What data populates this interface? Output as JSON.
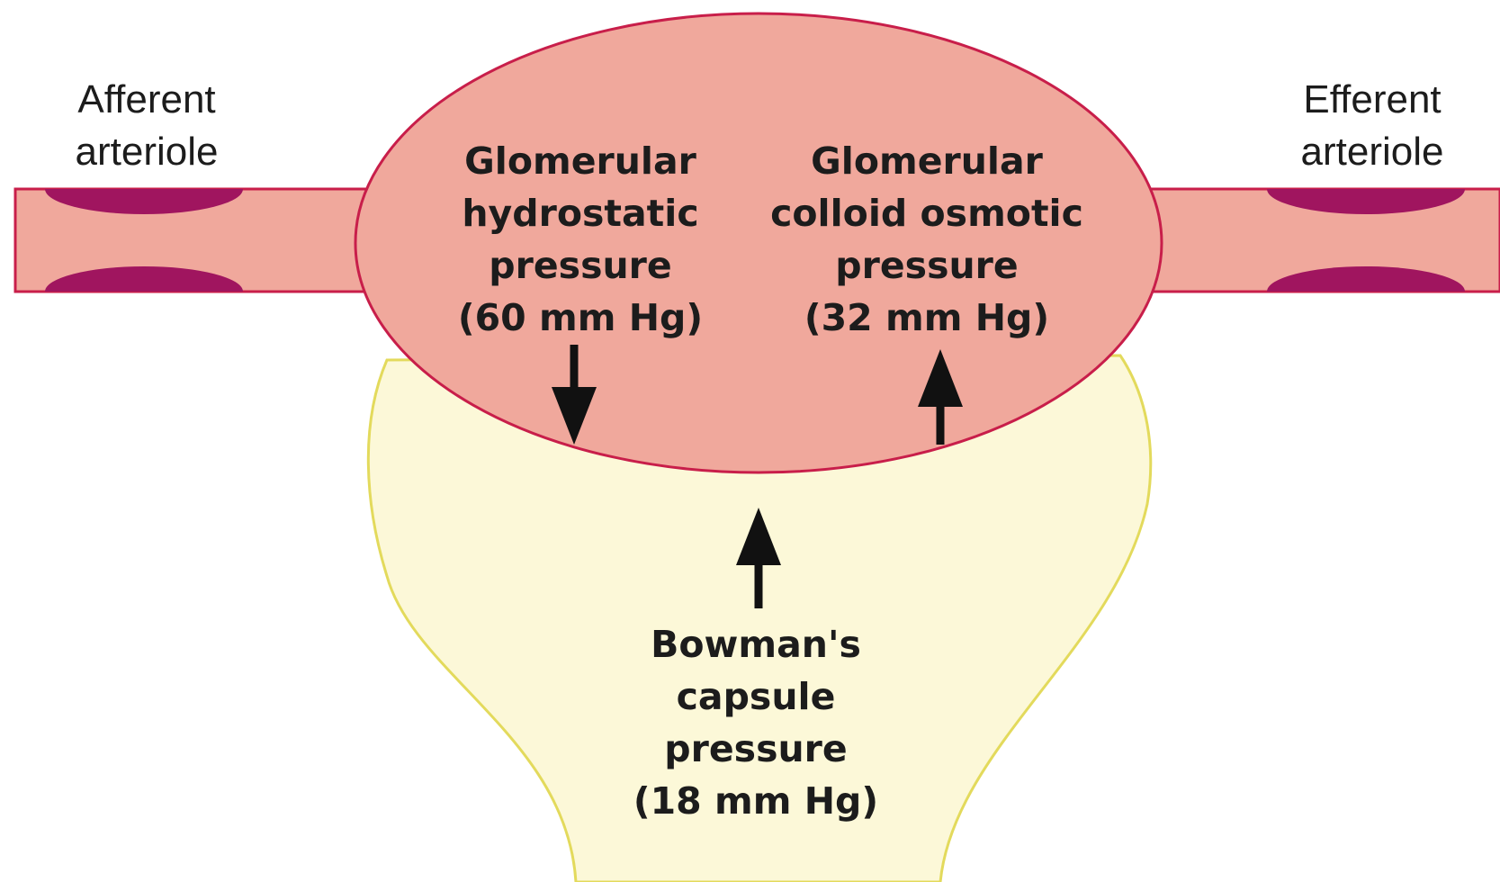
{
  "labels": {
    "afferent": [
      "Afferent",
      "arteriole"
    ],
    "efferent": [
      "Efferent",
      "arteriole"
    ],
    "glomerular_hydrostatic": [
      "Glomerular",
      "hydrostatic",
      "pressure",
      "(60 mm Hg)"
    ],
    "glomerular_colloid_osmotic": [
      "Glomerular",
      "colloid osmotic",
      "pressure",
      "(32 mm Hg)"
    ],
    "bowmans_capsule": [
      "Bowman's",
      "capsule",
      "pressure",
      "(18 mm Hg)"
    ]
  },
  "arrows": {
    "glomerular_hydrostatic": "down",
    "glomerular_colloid_osmotic": "up",
    "bowmans_capsule": "up"
  },
  "colors": {
    "glomerulus_fill": "#f0a89c",
    "outline": "#c81e4a",
    "smooth_muscle": "#a0155f",
    "capsule_fill": "#fcf8d8",
    "capsule_outline": "#e3da5c",
    "arrow": "#111111",
    "text": "#1c1c1c"
  }
}
